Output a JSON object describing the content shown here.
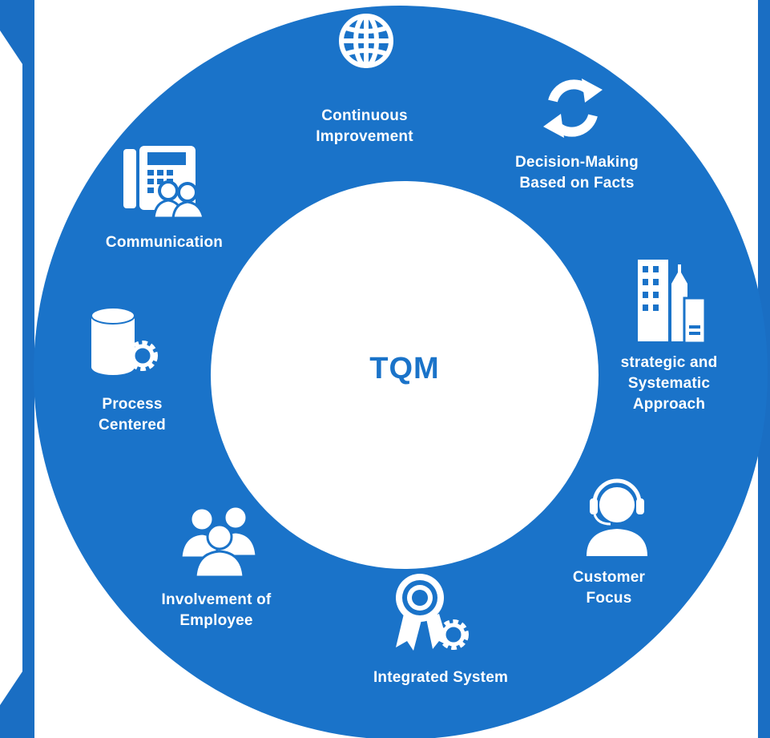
{
  "colors": {
    "ring": "#1a73c9",
    "left_frame": "#1a6ec3",
    "right_frame": "#1a6ec3",
    "center_fill": "#ffffff",
    "icon": "#ffffff",
    "center_text": "#1a73c9"
  },
  "diagram": {
    "center": "TQM",
    "elements": [
      {
        "label": "Continuous\nImprovement",
        "icon": "globe-icon"
      },
      {
        "label": "Decision-Making\nBased on Facts",
        "icon": "refresh-cycle-icon"
      },
      {
        "label": "strategic and\nSystematic\nApproach",
        "icon": "buildings-icon"
      },
      {
        "label": "Customer\nFocus",
        "icon": "headset-person-icon"
      },
      {
        "label": "Integrated System",
        "icon": "award-gear-icon"
      },
      {
        "label": "Involvement of\nEmployee",
        "icon": "people-group-icon"
      },
      {
        "label": "Process\nCentered",
        "icon": "database-gear-icon"
      },
      {
        "label": "Communication",
        "icon": "phone-people-icon"
      }
    ]
  }
}
